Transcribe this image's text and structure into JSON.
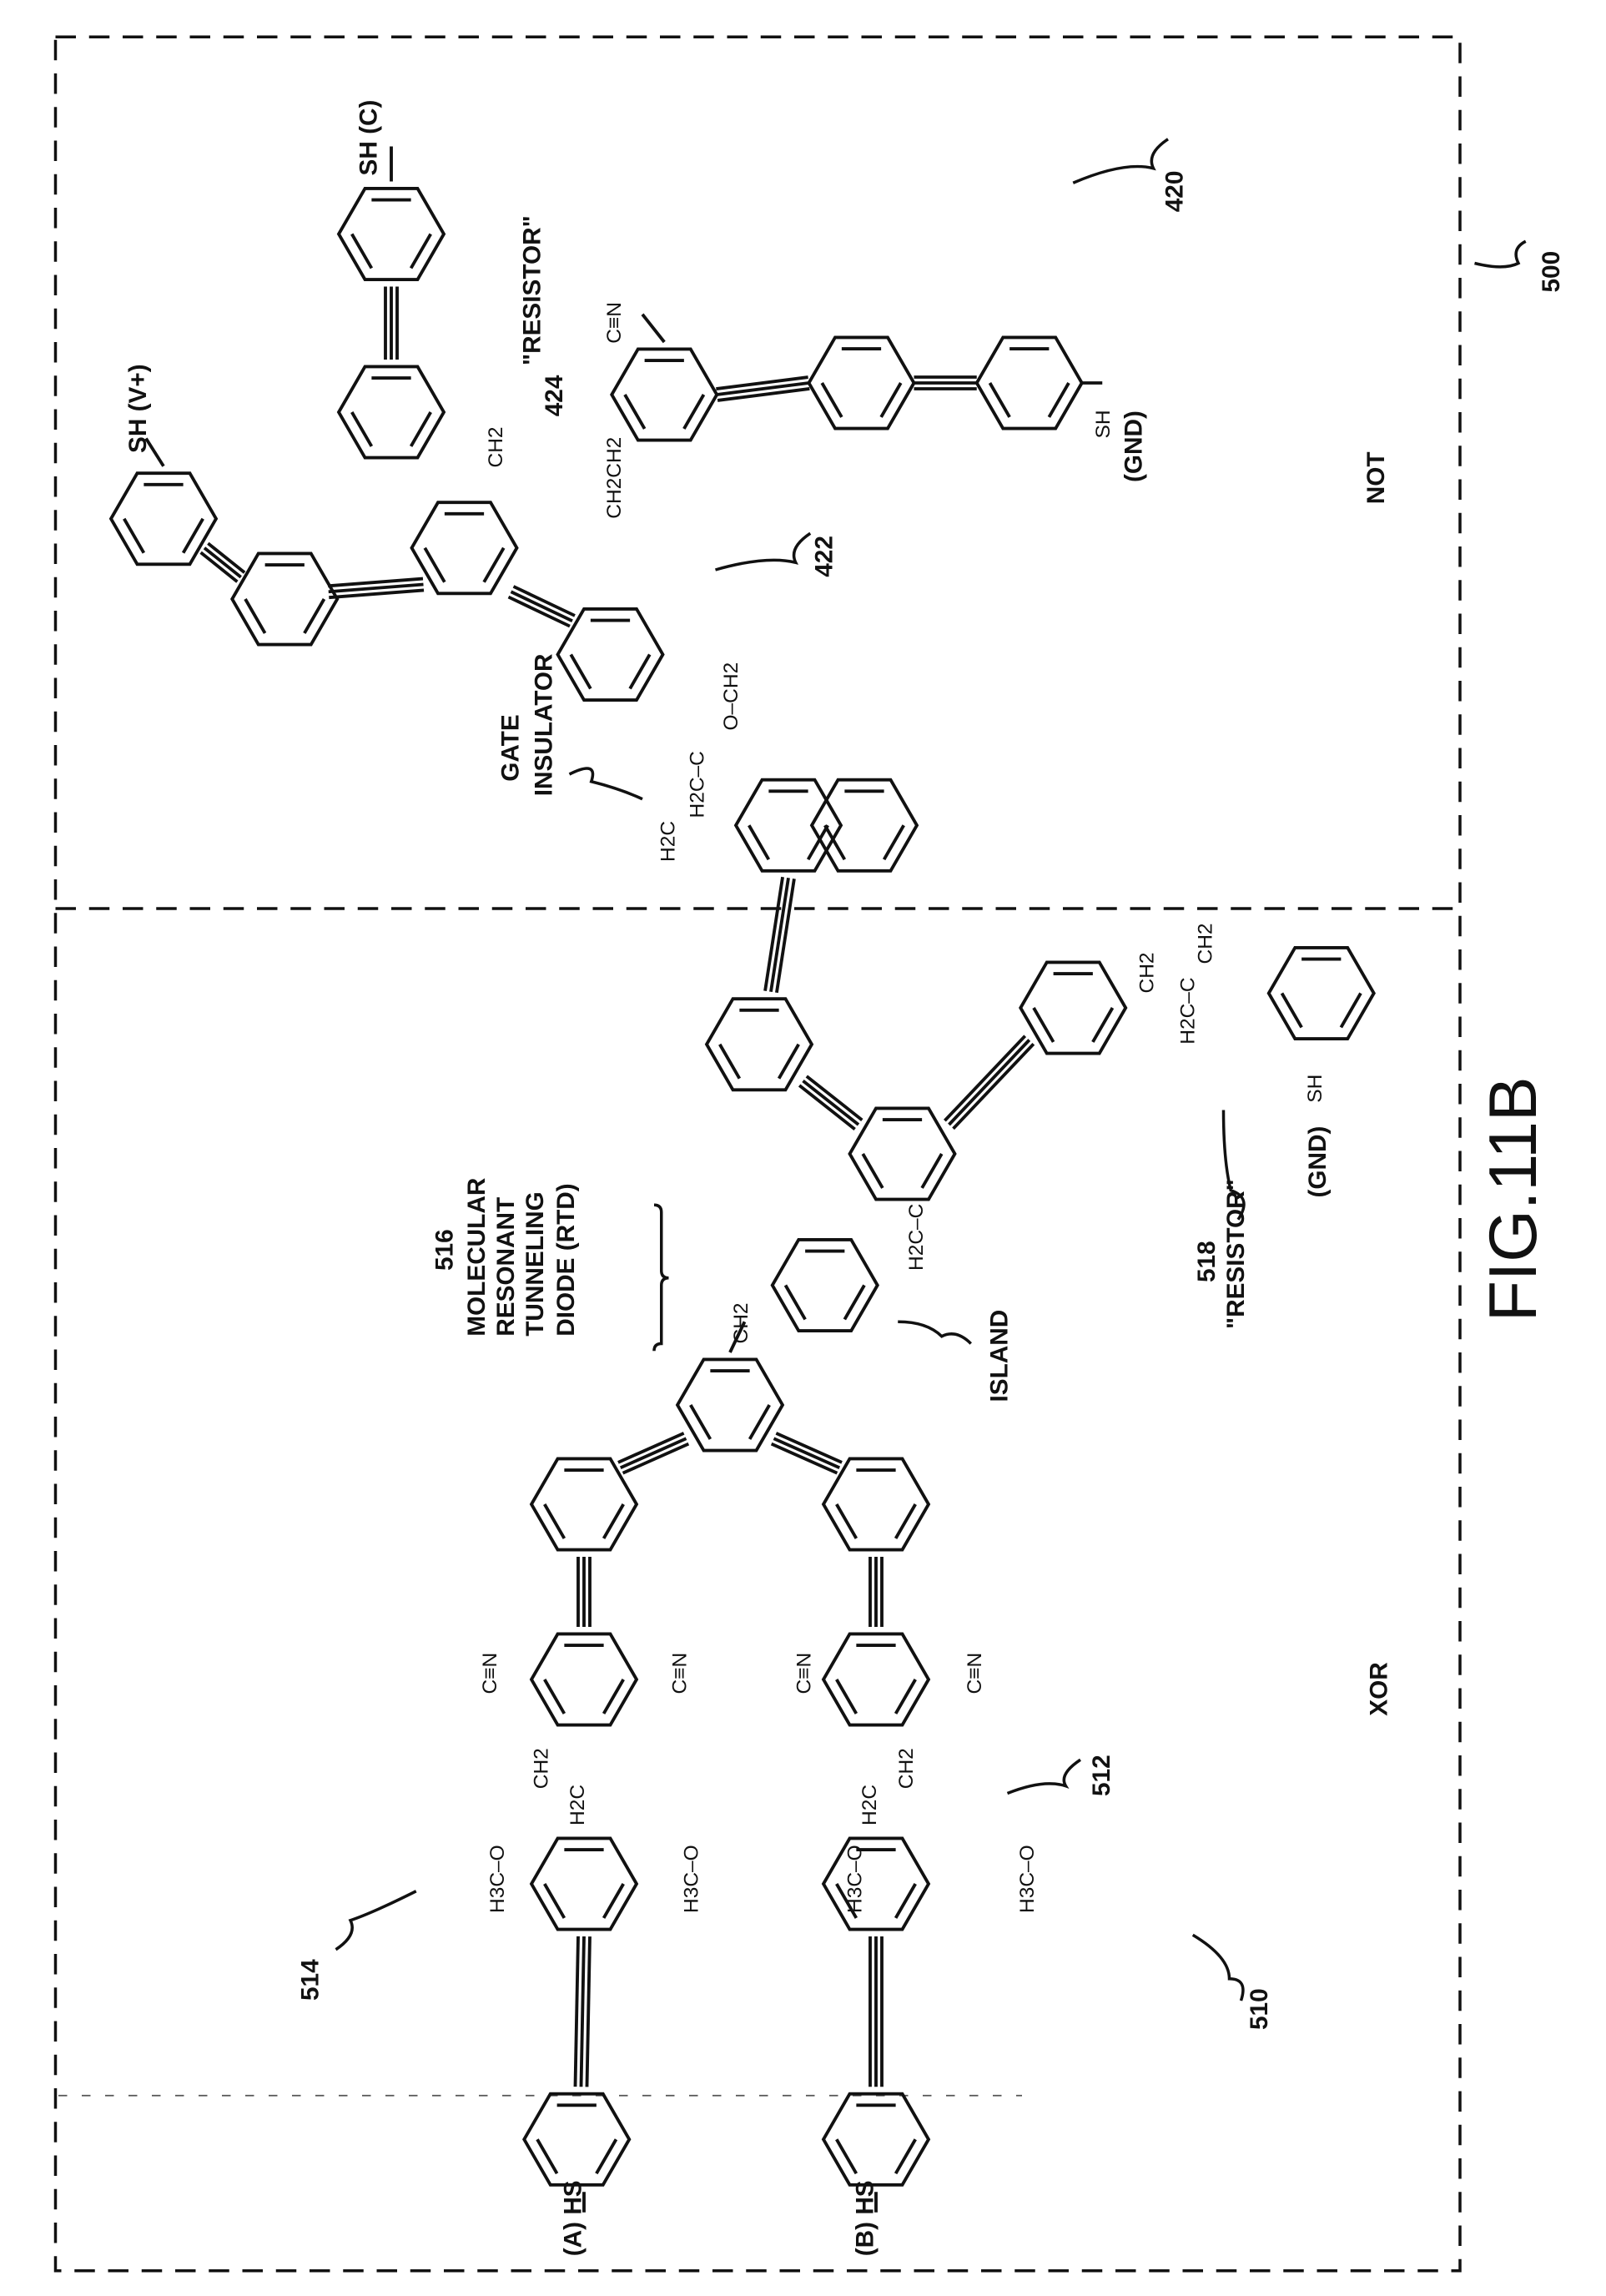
{
  "figure": {
    "title": "FIG.11B",
    "ref_500": "500",
    "regions": {
      "not": "NOT",
      "xor": "XOR"
    },
    "refs": {
      "r420": "420",
      "r422": "422",
      "r424": "424",
      "r510": "510",
      "r512": "512",
      "r514": "514"
    },
    "labels": {
      "sh_c": "SH (C)",
      "sh_v": "SH (V+)",
      "resistor_top": "\"RESISTOR\"",
      "gate1": "GATE",
      "gate2": "INSULATOR",
      "sh_gnd_top": "SH",
      "gnd_top": "(GND)",
      "sh_gnd_mid": "SH",
      "gnd_mid": "(GND)",
      "rtd1": "516",
      "rtd2": "MOLECULAR",
      "rtd3": "RESONANT",
      "rtd4": "TUNNELING",
      "rtd5": "DIODE (RTD)",
      "island": "ISLAND",
      "res518_num": "518",
      "res518": "\"RESISTOR\"",
      "input_a": "(A) HS",
      "input_b": "(B) HS"
    },
    "chem": {
      "ch2_424": "CH2",
      "cn_top": "C≡N",
      "ch2ch2": "CH2CH2",
      "och2": "O–CH2",
      "h2cc": "H2C–C",
      "h2c_gate": "H2C",
      "ch2_mid1": "CH2",
      "h2cc_mid": "H2C–C",
      "ch2_mid2": "CH2",
      "ch2_island": "CH2",
      "h2c_island": "H2C–C",
      "cn_a1": "C≡N",
      "cn_a2": "C≡N",
      "cn_b1": "C≡N",
      "cn_b2": "C≡N",
      "ch2_a": "CH2",
      "h2c_a": "H2C",
      "ch2_b": "CH2",
      "h2c_b": "H2C",
      "h3co_a1": "H3C–O",
      "h3co_a2": "H3C–O",
      "h3co_b1": "H3C–O",
      "h3co_b2": "H3C–O"
    }
  }
}
